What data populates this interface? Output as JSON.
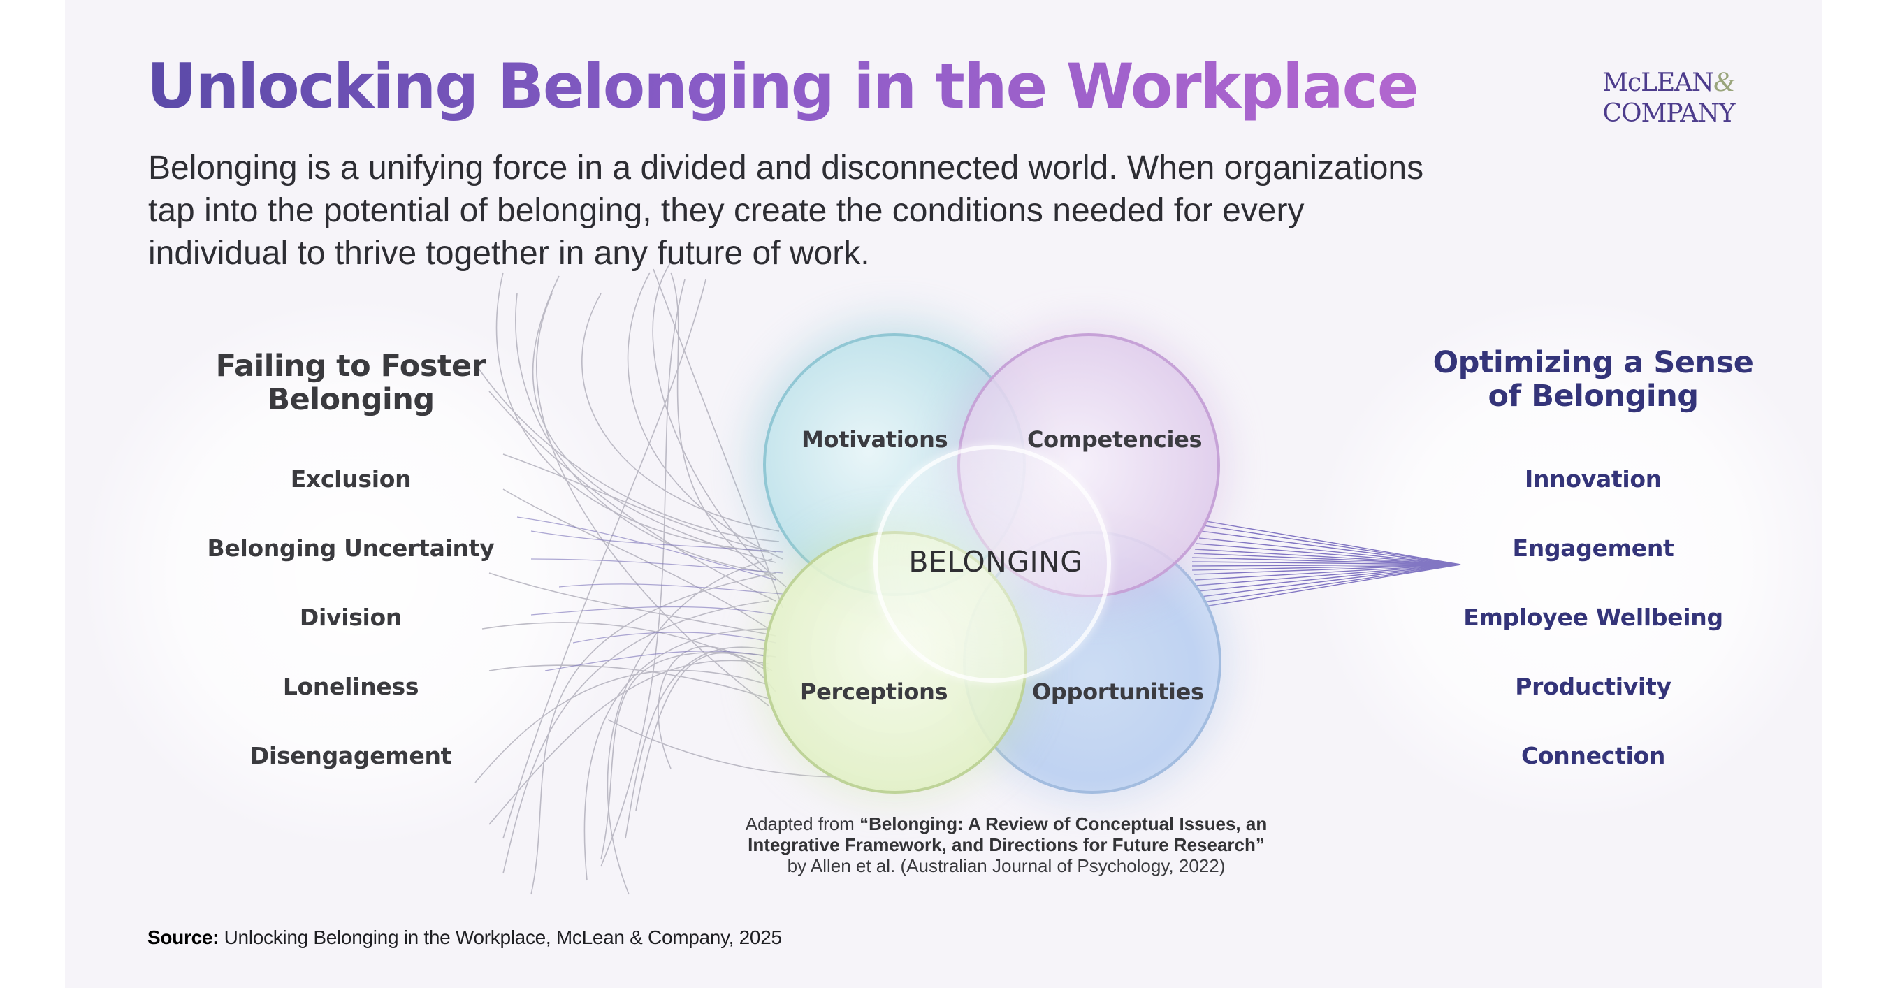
{
  "header": {
    "title": "Unlocking Belonging in the Workplace",
    "title_gradient": [
      "#5b4aa8",
      "#b266cf"
    ],
    "logo": {
      "line1": "McLEAN",
      "ampersand": "&",
      "line2": "COMPANY",
      "color": "#4d3c8c",
      "amp_color": "#9aa57c"
    }
  },
  "intro": "Belonging is a unifying force in a divided and disconnected world. When organizations tap into the potential of belonging, they create the conditions needed for every individual to thrive together in any future of work.",
  "left_column": {
    "heading_line1": "Failing to Foster",
    "heading_line2": "Belonging",
    "color": "#3a3a3e",
    "items": [
      "Exclusion",
      "Belonging Uncertainty",
      "Division",
      "Loneliness",
      "Disengagement"
    ]
  },
  "right_column": {
    "heading_line1": "Optimizing a Sense",
    "heading_line2": "of Belonging",
    "color": "#343479",
    "items": [
      "Innovation",
      "Engagement",
      "Employee Wellbeing",
      "Productivity",
      "Connection"
    ]
  },
  "venn": {
    "center": "BELONGING",
    "circles": [
      {
        "label": "Motivations",
        "color": "#afdbe6"
      },
      {
        "label": "Competencies",
        "color": "#decaea"
      },
      {
        "label": "Perceptions",
        "color": "#e1f0c4"
      },
      {
        "label": "Opportunities",
        "color": "#bacff0"
      }
    ]
  },
  "citation": {
    "prefix": "Adapted from ",
    "title_line1": "“Belonging: A Review of Conceptual Issues, an",
    "title_line2": "Integrative Framework, and Directions for Future Research”",
    "byline": "by Allen et al. (Australian Journal of Psychology, 2022)"
  },
  "footer": {
    "source_label": "Source:",
    "source_text": " Unlocking Belonging in the Workplace, McLean & Company, 2025"
  }
}
